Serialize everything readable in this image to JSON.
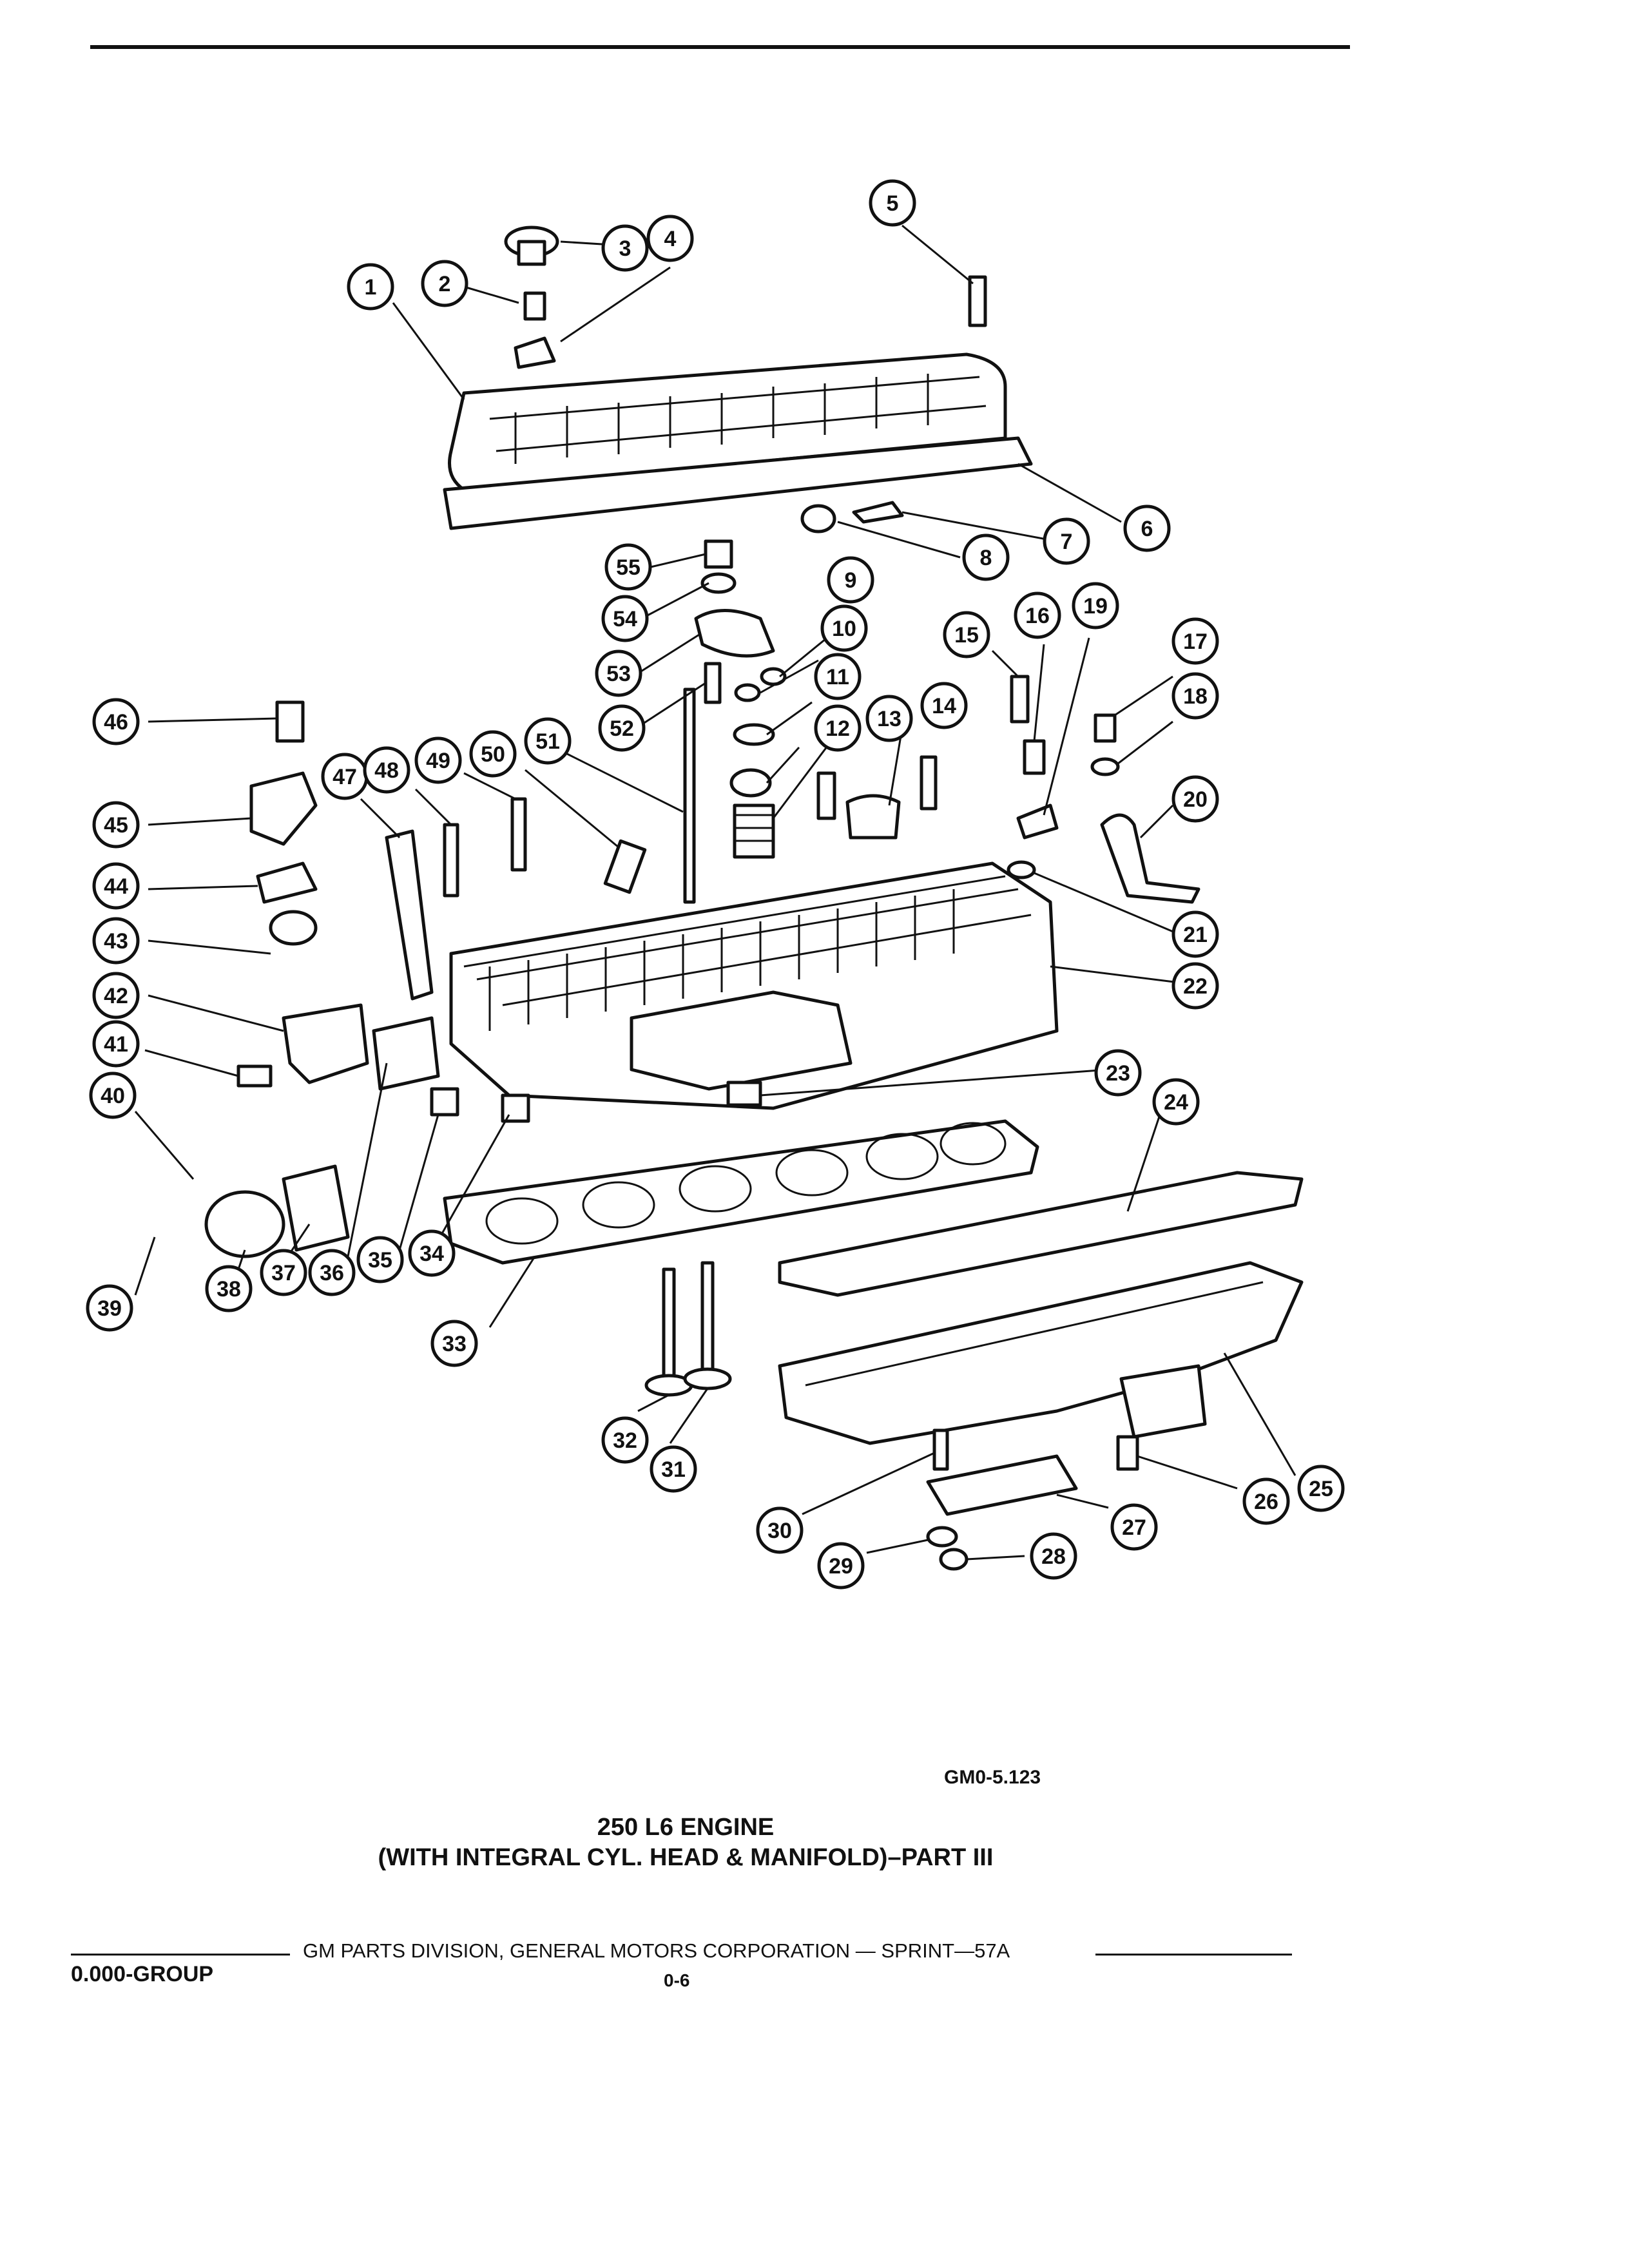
{
  "figure": {
    "code": "GM0-5.123",
    "title_line1": "250 L6 ENGINE",
    "title_line2": "(WITH INTEGRAL CYL. HEAD & MANIFOLD)–PART III"
  },
  "footer": {
    "group": "0.000-GROUP",
    "publisher": "GM PARTS DIVISION, GENERAL MOTORS CORPORATION — SPRINT—57A",
    "page": "0-6"
  },
  "callouts": [
    "1",
    "2",
    "3",
    "4",
    "5",
    "6",
    "7",
    "8",
    "9",
    "10",
    "11",
    "12",
    "13",
    "14",
    "15",
    "16",
    "17",
    "18",
    "19",
    "20",
    "21",
    "22",
    "23",
    "24",
    "25",
    "26",
    "27",
    "28",
    "29",
    "30",
    "31",
    "32",
    "33",
    "34",
    "35",
    "36",
    "37",
    "38",
    "39",
    "40",
    "41",
    "42",
    "43",
    "44",
    "45",
    "46",
    "47",
    "48",
    "49",
    "50",
    "51",
    "52",
    "53",
    "54",
    "55"
  ]
}
